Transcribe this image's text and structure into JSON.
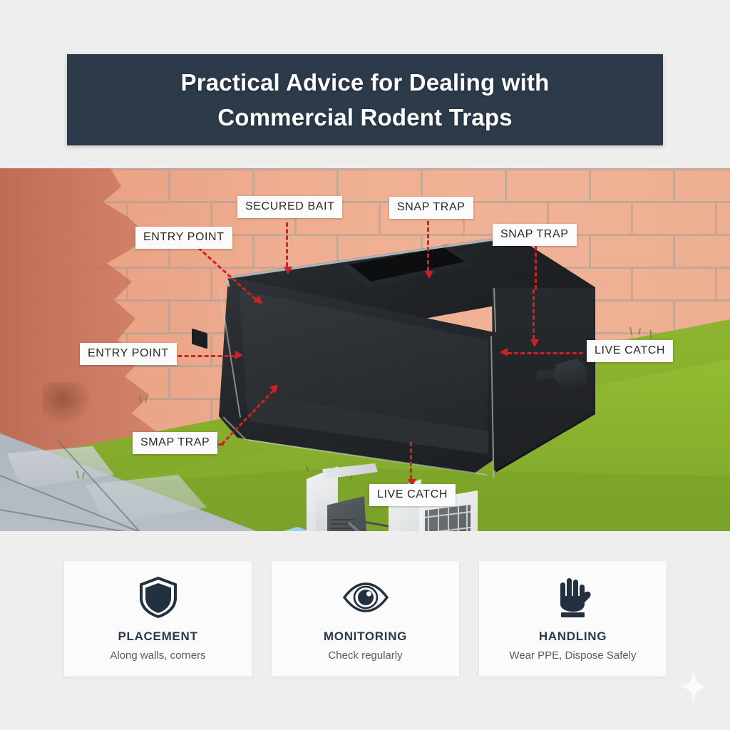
{
  "header": {
    "title_line1": "Practical Advice for Dealing with",
    "title_line2": "Commercial Rodent Traps",
    "banner_color": "#2c3a4a",
    "text_color": "#ffffff"
  },
  "scene": {
    "description": "Cutaway illustration of a commercial rodent bait station placed against a brick wall on a grass verge next to pavement",
    "background_colors": {
      "brick_wall": "#efae92",
      "brick_damaged": "#c8755c",
      "grass": "#96c034",
      "grass_dark": "#79a128",
      "pavement": "#a7afb7",
      "trap_body": "#24272b",
      "bait_block": "#7fc0e6",
      "internal_panels": "#e6e8ea",
      "arrow_color": "#cf2222"
    },
    "callouts": [
      {
        "id": "entry-point-top",
        "label": "ENTRY POINT"
      },
      {
        "id": "secured-bait",
        "label": "SECURED BAIT"
      },
      {
        "id": "snap-trap-top",
        "label": "SNAP TRAP"
      },
      {
        "id": "snap-trap-right",
        "label": "SNAP TRAP"
      },
      {
        "id": "live-catch-right",
        "label": "LIVE CATCH"
      },
      {
        "id": "entry-point-left",
        "label": "ENTRY POINT"
      },
      {
        "id": "smap-trap-left",
        "label": "SMAP TRAP"
      },
      {
        "id": "live-catch-bottom",
        "label": "LIVE CATCH"
      }
    ]
  },
  "cards": [
    {
      "icon": "shield-icon",
      "title": "PLACEMENT",
      "subtitle": "Along walls, corners"
    },
    {
      "icon": "eye-icon",
      "title": "MONITORING",
      "subtitle": "Check regularly"
    },
    {
      "icon": "hand-icon",
      "title": "HANDLING",
      "subtitle": "Wear PPE, Dispose Safely"
    }
  ],
  "decoration": {
    "sparkle": "four-point-star-icon"
  }
}
